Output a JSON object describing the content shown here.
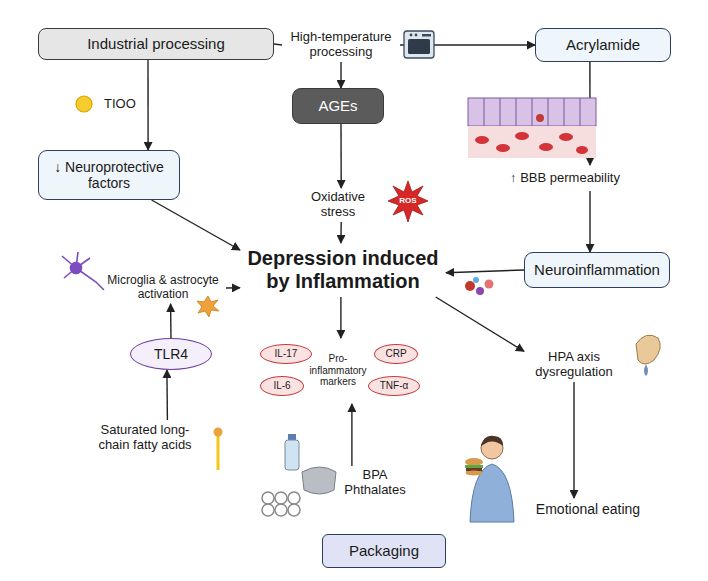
{
  "diagram": {
    "nodes": [
      {
        "text": [
          "Industrial processing"
        ]
      },
      {
        "text": [
          "High-temperature processing"
        ]
      },
      {
        "text": [
          "Acrylamide"
        ]
      },
      {
        "text": [
          "AGEs"
        ]
      },
      {
        "text": [
          "↓ Neuroprotective factors"
        ]
      },
      {
        "text": [
          "↑ BBB permeability"
        ]
      },
      {
        "text": [
          "Oxidative stress"
        ]
      },
      {
        "text": [
          "Depression induced by Inflammation"
        ]
      },
      {
        "text": [
          "Microglia & astrocyte activation"
        ]
      },
      {
        "text": [
          "Neuroinflammation"
        ]
      },
      {
        "text": [
          "Pro-inflammatory markers"
        ]
      },
      {
        "text": [
          "IL-17"
        ],
        "in": 10
      },
      {
        "text": [
          "CRP"
        ],
        "in": 10
      },
      {
        "text": [
          "IL-6"
        ],
        "in": 10
      },
      {
        "text": [
          "TNF-α"
        ],
        "in": 10
      },
      {
        "text": [
          "TLR4"
        ]
      },
      {
        "text": [
          "HPA axis dysregulation"
        ]
      },
      {
        "text": [
          "Saturated long-chain fatty acids"
        ]
      },
      {
        "text": [
          "BPA Phthalates"
        ]
      },
      {
        "text": [
          "Emotional eating"
        ]
      },
      {
        "text": [
          "Packaging"
        ]
      }
    ],
    "edges": [
      {
        "from": 0,
        "to": 1,
        "arrow": "none"
      },
      {
        "from": 1,
        "to": 2,
        "arrow": "to"
      },
      {
        "from": 1,
        "to": 3,
        "arrow": "to"
      },
      {
        "from": 0,
        "to": 4,
        "label": "TIOO",
        "arrow": "to"
      },
      {
        "from": 2,
        "to": 5,
        "arrow": "to"
      },
      {
        "from": 3,
        "to": 6,
        "arrow": "to"
      },
      {
        "from": 4,
        "to": 7,
        "arrow": "to"
      },
      {
        "from": 6,
        "to": 7,
        "arrow": "to"
      },
      {
        "from": 5,
        "to": 9,
        "arrow": "to"
      },
      {
        "from": 9,
        "to": 7,
        "arrow": "to"
      },
      {
        "from": 8,
        "to": 7,
        "arrow": "to"
      },
      {
        "from": 15,
        "to": 8,
        "arrow": "to"
      },
      {
        "from": 17,
        "to": 15,
        "arrow": "to"
      },
      {
        "from": 7,
        "to": 10,
        "arrow": "to"
      },
      {
        "from": 18,
        "to": 10,
        "arrow": "to"
      },
      {
        "from": 7,
        "to": 16,
        "arrow": "to"
      },
      {
        "from": 16,
        "to": 19,
        "arrow": "to"
      }
    ],
    "labels": [
      "ROS"
    ]
  }
}
